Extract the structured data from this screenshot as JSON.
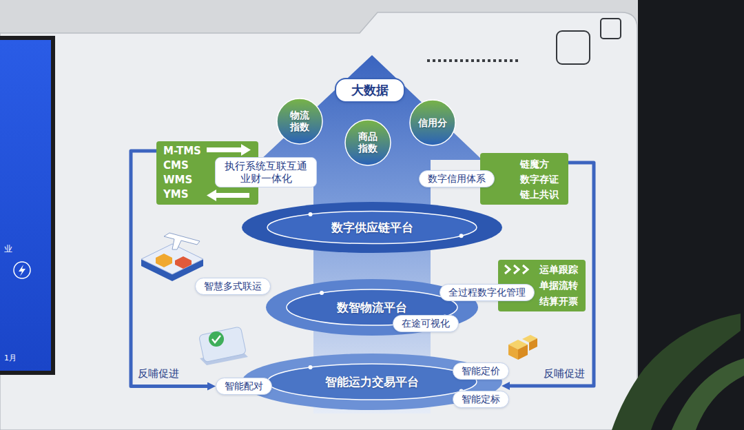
{
  "diagram": {
    "nodes": [
      {
        "text": [
          "大数据"
        ]
      },
      {
        "text": [
          "物流 指数"
        ]
      },
      {
        "text": [
          "商品 指数"
        ]
      },
      {
        "text": [
          "信用分"
        ]
      },
      {
        "text": [
          "M-TMS",
          "CMS",
          "WMS",
          "YMS"
        ]
      },
      {
        "text": [
          "执行系统互联互通",
          "业财一体化"
        ]
      },
      {
        "text": [
          "数字信用体系"
        ]
      },
      {
        "text": [
          "链魔方",
          "数字存证",
          "链上共识"
        ]
      },
      {
        "text": [
          "数字供应链平台"
        ]
      },
      {
        "text": [
          "智慧多式联运"
        ]
      },
      {
        "text": [
          "全过程数字化管理"
        ]
      },
      {
        "text": [
          "运单跟踪",
          "单据流转",
          "结算开票"
        ]
      },
      {
        "text": [
          "数智物流平台"
        ]
      },
      {
        "text": [
          "在途可视化"
        ]
      },
      {
        "text": [
          "智能配对"
        ]
      },
      {
        "text": [
          "智能运力交易平台"
        ]
      },
      {
        "text": [
          "智能定价"
        ]
      },
      {
        "text": [
          "智能定标"
        ]
      }
    ],
    "edges": [
      {
        "from": 4,
        "to": 14,
        "label": "反哺促进",
        "arrow": "to"
      },
      {
        "from": 7,
        "to": 15,
        "label": "反哺促进",
        "arrow": "to"
      }
    ],
    "labels": [
      "业",
      "1月"
    ]
  }
}
